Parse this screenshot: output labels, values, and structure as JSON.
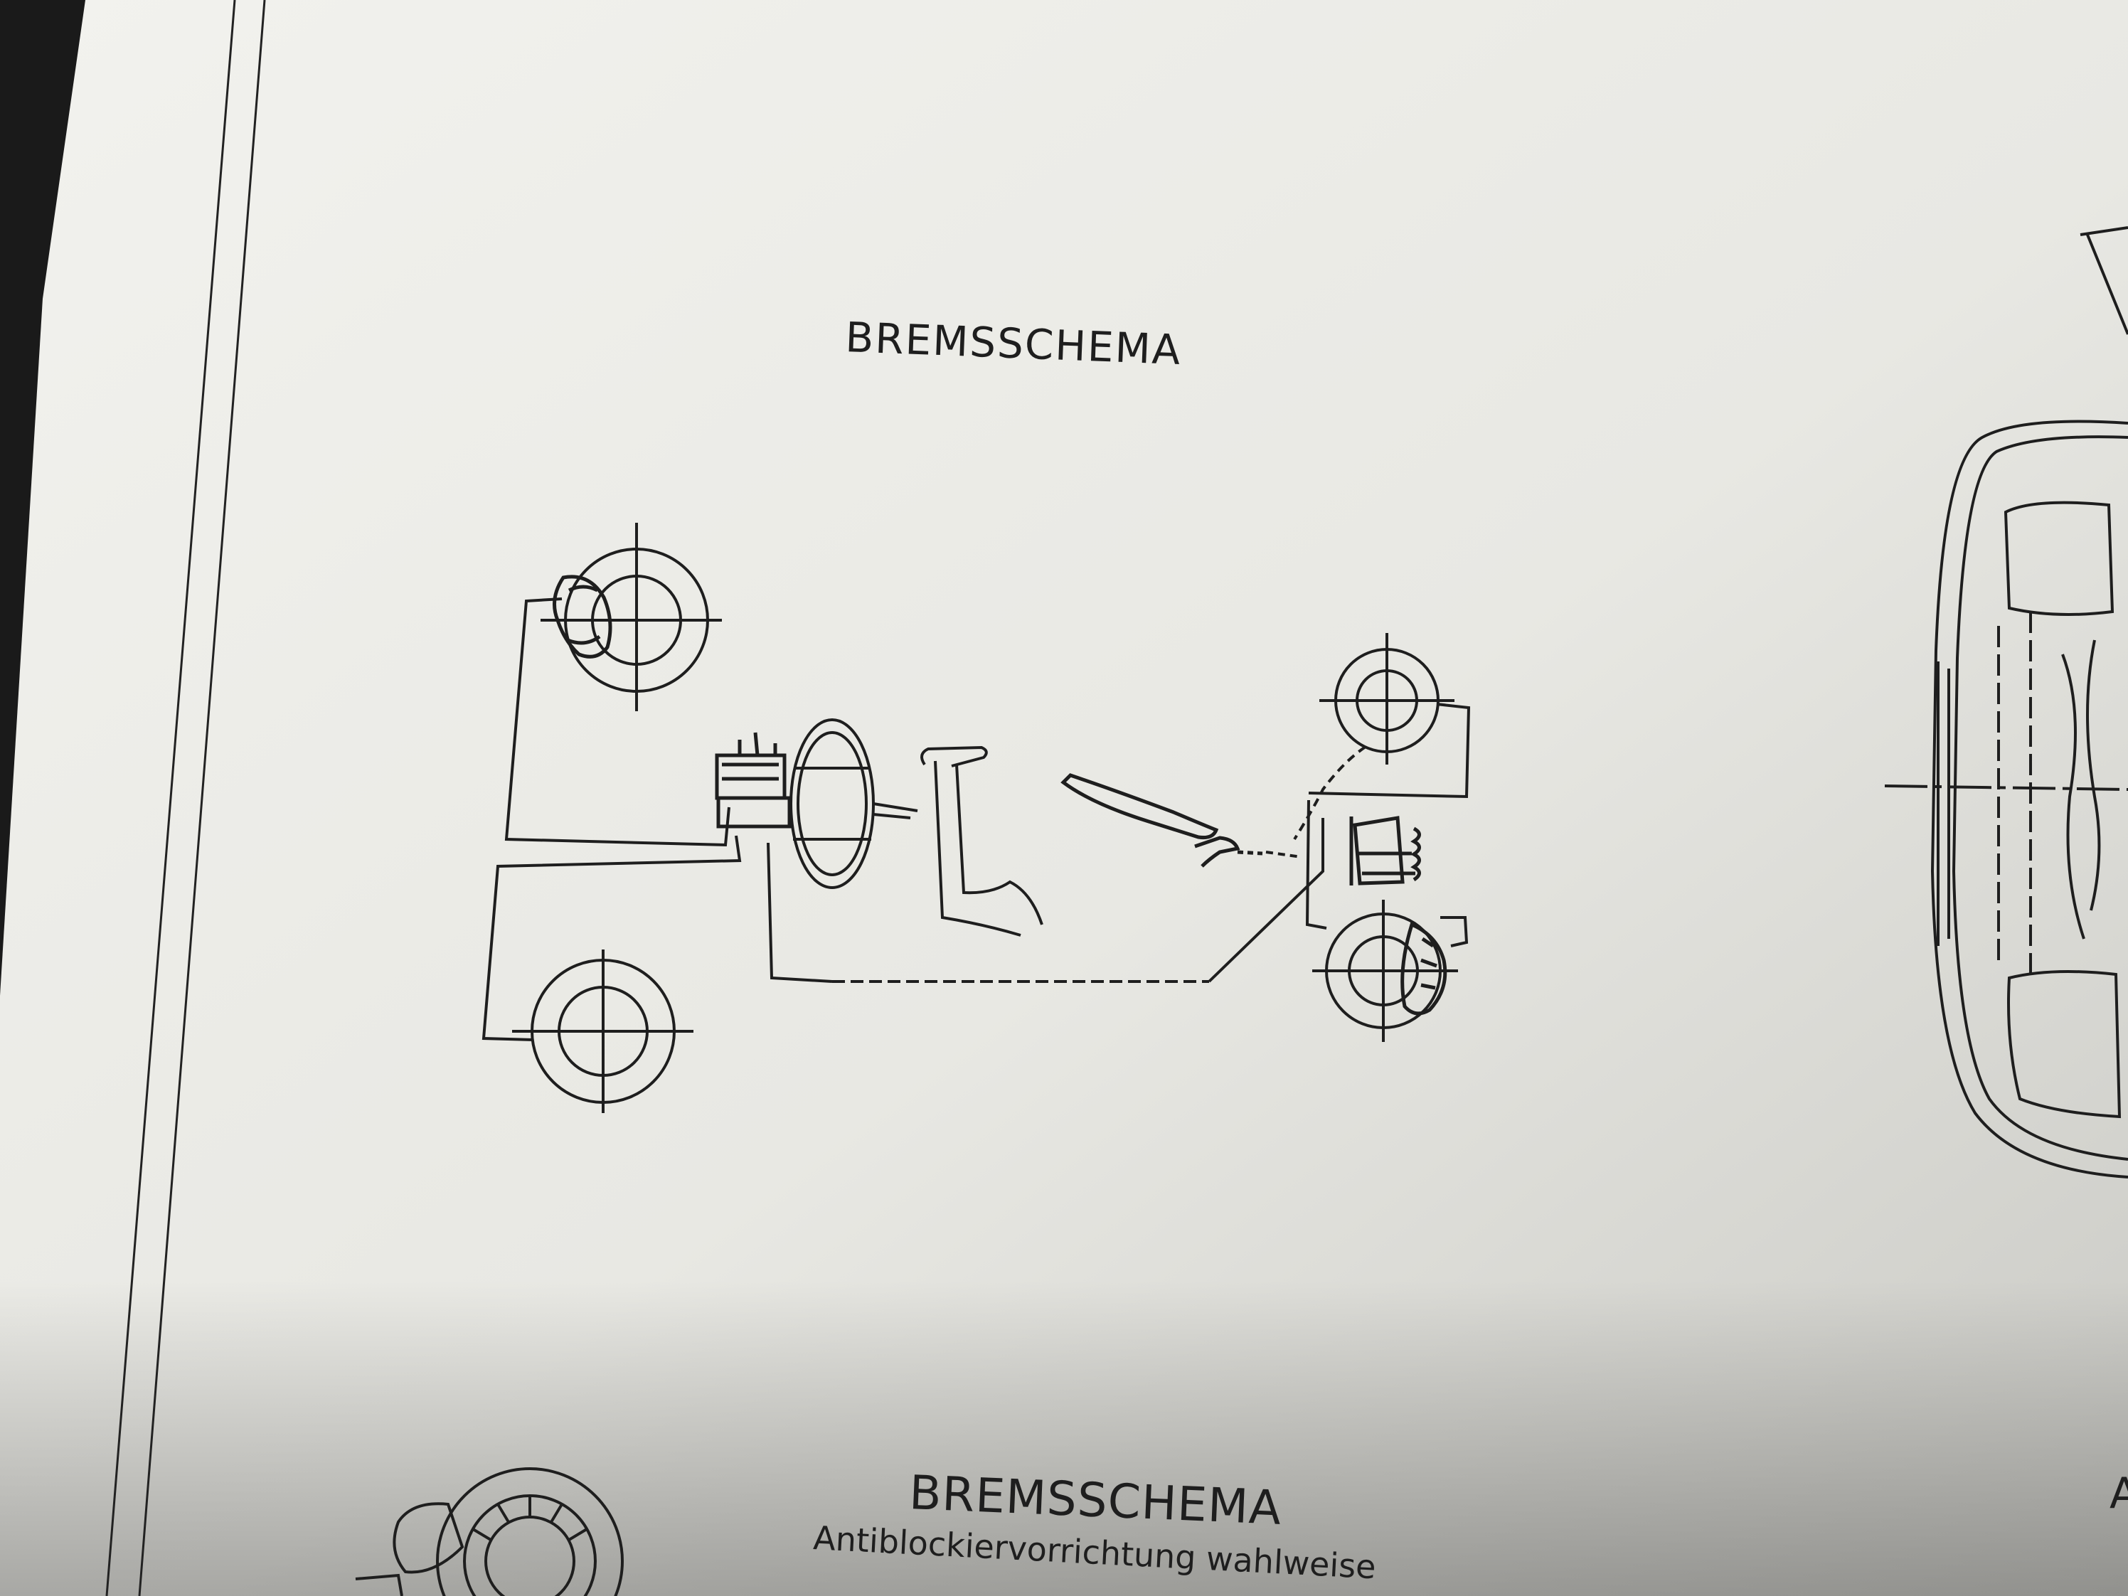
{
  "sheet": {
    "paper_color": "#e9e9e5",
    "ink_color": "#1e1e1e",
    "title": "BREMSSCHEMA"
  },
  "bottom_section": {
    "title": "BREMSSCHEMA",
    "subtitle": "Antiblockiervorrichtung wahlweise",
    "edge_letter": "A"
  }
}
